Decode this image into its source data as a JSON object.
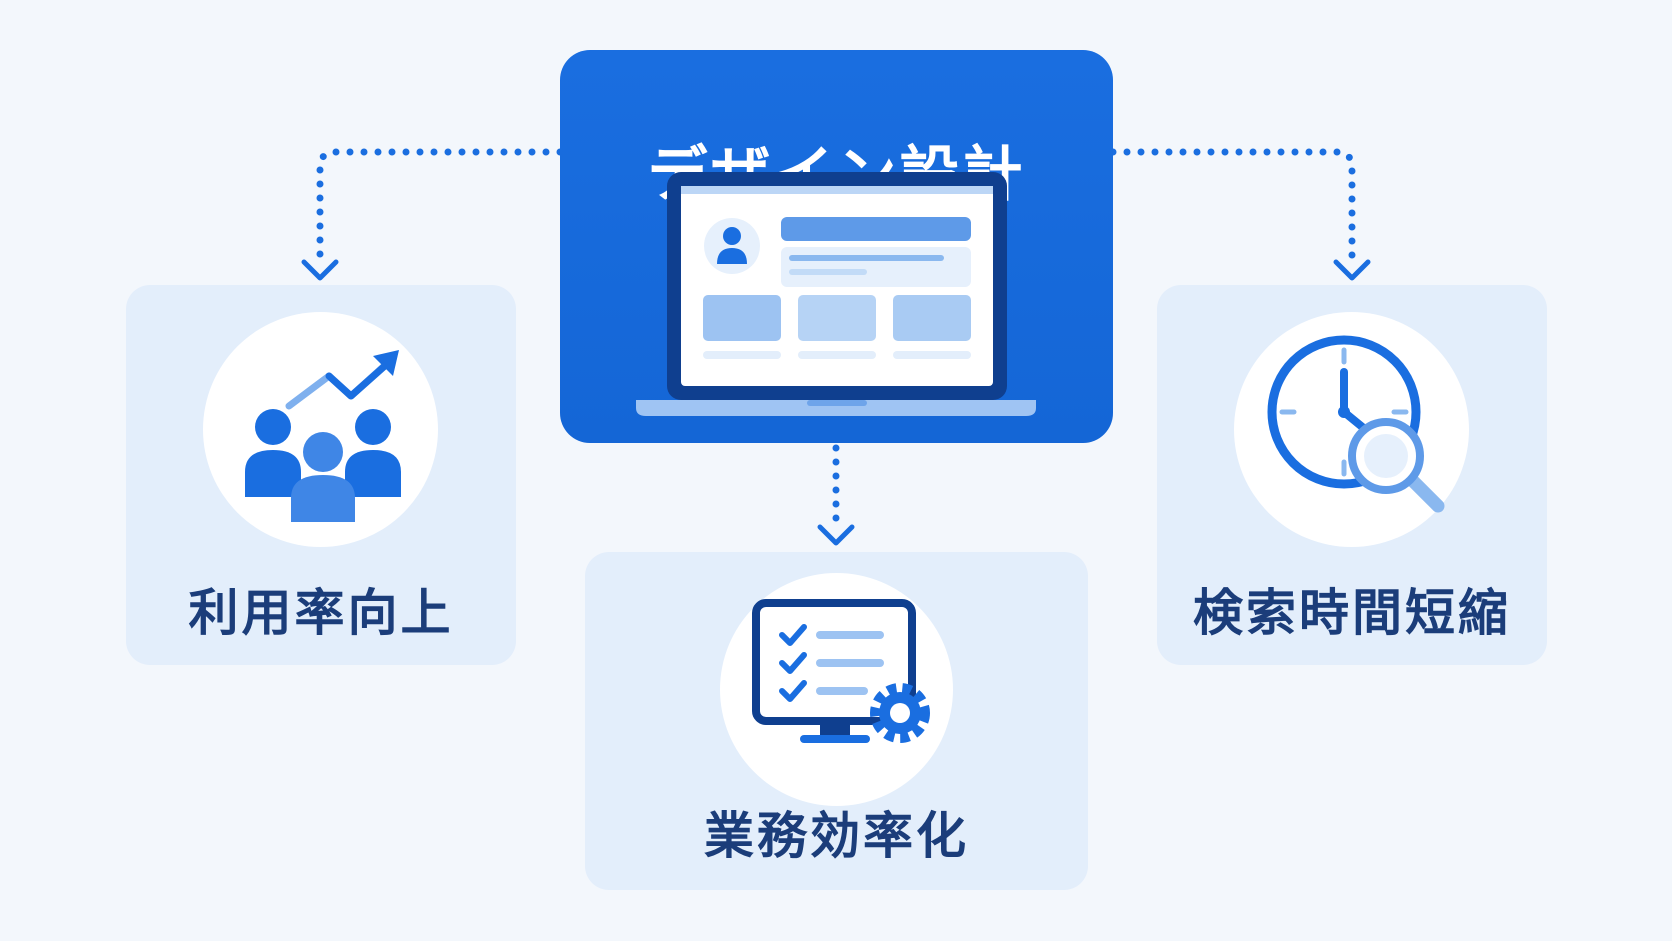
{
  "diagram": {
    "center": {
      "title": "デザイン設計",
      "icon": "laptop-ui-icon"
    },
    "outcomes": {
      "left": {
        "label": "利用率向上",
        "icon": "users-growth-icon"
      },
      "bottom": {
        "label": "業務効率化",
        "icon": "monitor-checklist-gear-icon"
      },
      "right": {
        "label": "検索時間短縮",
        "icon": "clock-search-icon"
      }
    }
  },
  "colors": {
    "background": "#f3f7fc",
    "primary": "#1466d6",
    "card": "#e3eefb",
    "label": "#1b3d7a",
    "accent_light": "#7fb0ee"
  }
}
